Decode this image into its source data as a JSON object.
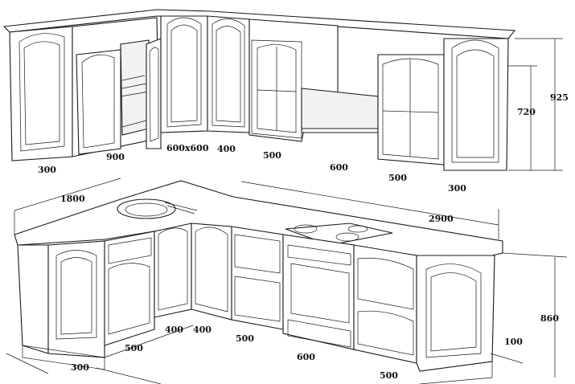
{
  "upper_dimensions": {
    "left_end_width": "300",
    "open_cabinet_width": "900",
    "corner_cabinet": "600x600",
    "cabinet_400": "400",
    "glass_cabinet_500_left": "500",
    "hood_span": "600",
    "glass_cabinet_500_right": "500",
    "right_end_width": "300",
    "cabinet_height": "720",
    "total_upper_height": "925"
  },
  "lower_dimensions": {
    "left_wall_length": "1800",
    "right_wall_length": "2900",
    "base_height": "860",
    "plinth_height": "100",
    "drawer_cabinet_400": "400",
    "corner_cabinet_400": "400",
    "left_cabinet_500": "500",
    "drawer_unit_500": "500",
    "oven_600": "600",
    "right_drawer_500": "500",
    "left_end_300": "300"
  }
}
